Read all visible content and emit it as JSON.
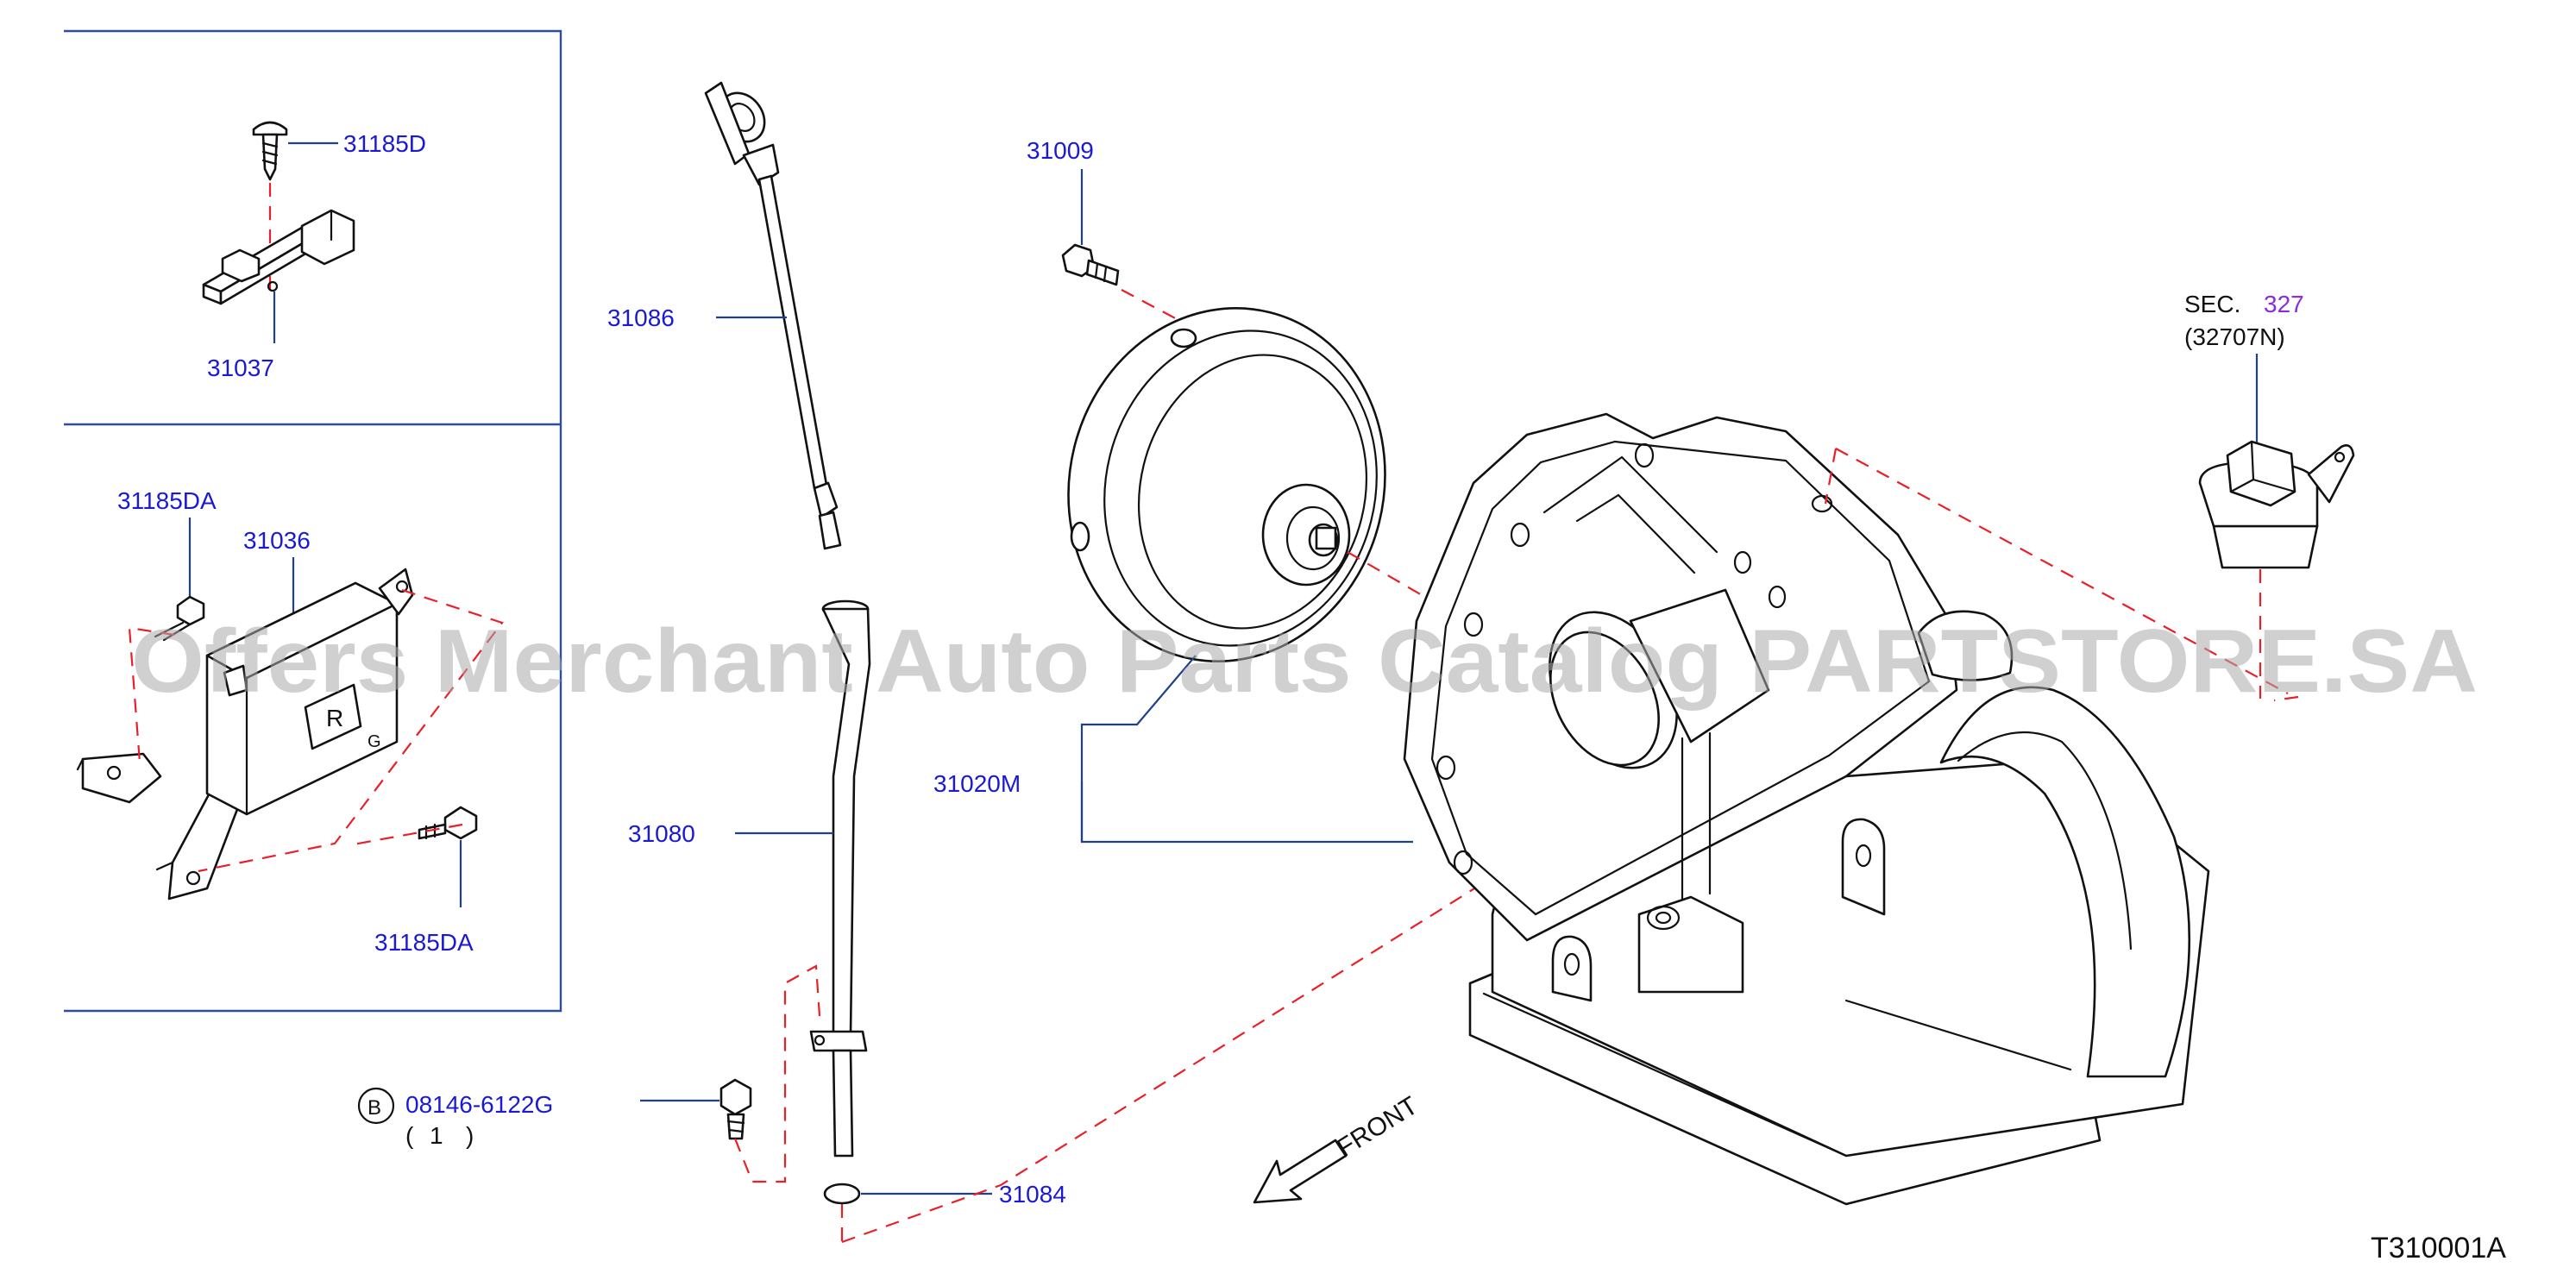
{
  "labels": {
    "p31185d": "31185D",
    "p31037": "31037",
    "p31185da_top": "31185DA",
    "p31036": "31036",
    "p31185da_bottom": "31185DA",
    "p31086": "31086",
    "p31080": "31080",
    "p08146": "08146-6122G",
    "p08146_qty_open": "(",
    "p08146_qty": "1",
    "p08146_qty_close": ")",
    "callout_b": "B",
    "p31084": "31084",
    "p31009": "31009",
    "p31020m": "31020M",
    "sec_prefix": "SEC.",
    "sec_number": "327",
    "sec_part": "(32707N)",
    "front": "FRONT",
    "module_mark": "R",
    "module_mark2": "G",
    "diagram_code": "T310001A"
  },
  "watermark": "Offers Merchant Auto Parts Catalog PARTSTORE.SA",
  "colors": {
    "label": "#1a1ad6",
    "leader": "#1f3f8f",
    "frame": "#2b4ea0",
    "dash": "#e8202a",
    "section_link": "#8a2be2",
    "watermark": "#a9a9a9"
  }
}
